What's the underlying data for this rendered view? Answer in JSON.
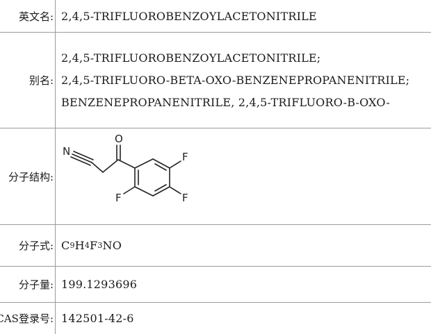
{
  "rows": {
    "english_name": {
      "label": "英文名:",
      "value": "2,4,5-TRIFLUOROBENZOYLACETONITRILE"
    },
    "alias": {
      "label": "别名:",
      "values": [
        "2,4,5-TRIFLUOROBENZOYLACETONITRILE;",
        "2,4,5-TRIFLUORO-BETA-OXO-BENZENEPROPANENITRILE;",
        "BENZENEPROPANENITRILE, 2,4,5-TRIFLUORO-B-OXO-"
      ]
    },
    "structure": {
      "label": "分子结构:",
      "atoms": {
        "nitrogen": "N",
        "oxygen": "O",
        "fluorine": "F"
      }
    },
    "formula": {
      "label": "分子式:",
      "parts": {
        "c": "C",
        "c_n": "9",
        "h": "H",
        "h_n": "4",
        "f": "F",
        "f_n": "3",
        "rest": "NO"
      }
    },
    "weight": {
      "label": "分子量:",
      "value": "199.1293696"
    },
    "cas": {
      "label": "CAS登录号:",
      "value": "142501-42-6"
    }
  }
}
